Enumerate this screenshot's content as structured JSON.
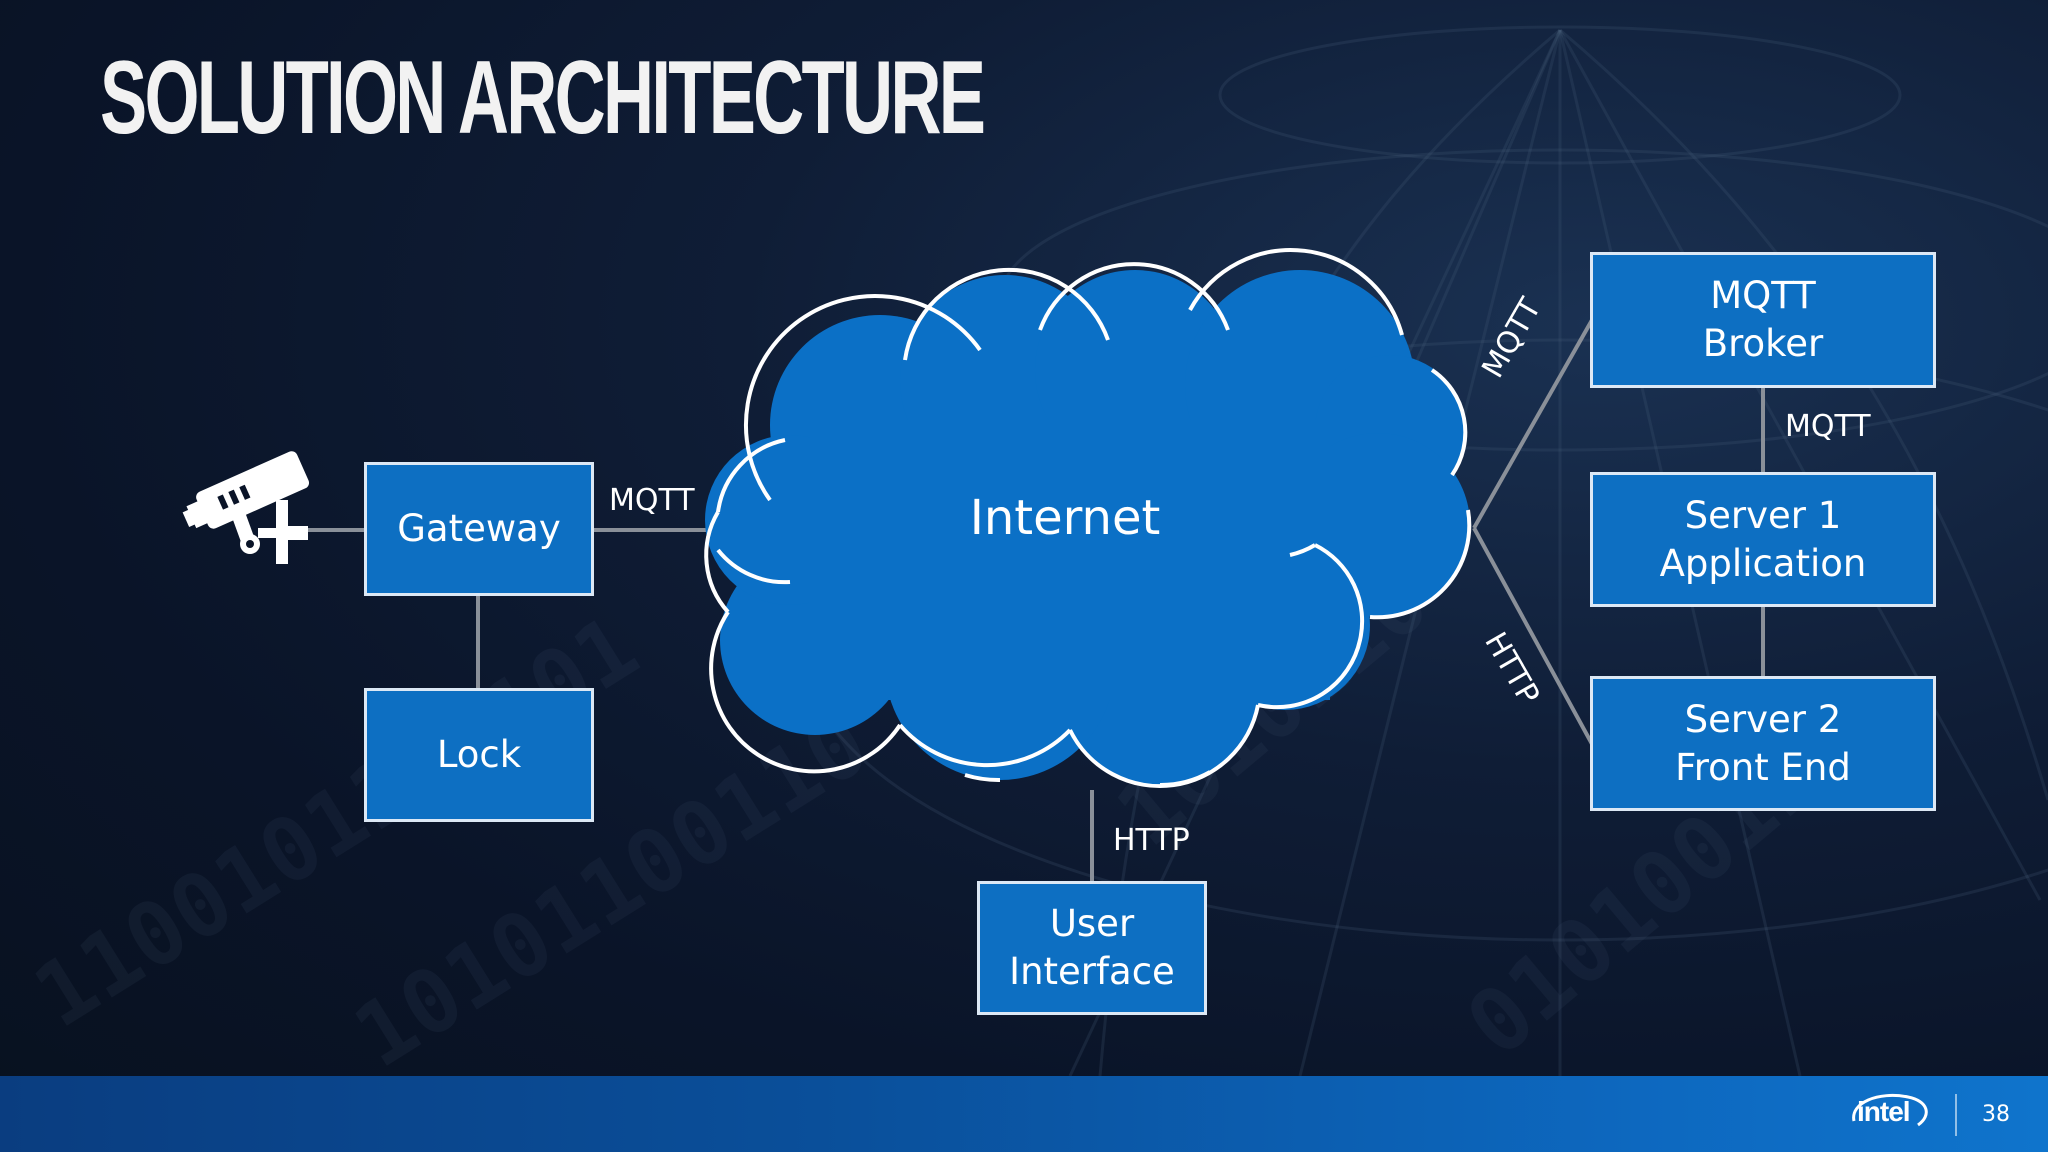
{
  "slide": {
    "title": "SOLUTION ARCHITECTURE",
    "page_number": "38",
    "brand": "intel"
  },
  "colors": {
    "node_fill": "#0d6fc2",
    "node_border": "#dce8f5",
    "connector": "#8a9099",
    "background": "#0f1d36",
    "footer": "#0a4f9a"
  },
  "diagram": {
    "nodes": {
      "gateway": "Gateway",
      "lock": "Lock",
      "internet": "Internet",
      "user_interface": "User\nInterface",
      "mqtt_broker": "MQTT\nBroker",
      "server1": "Server 1\nApplication",
      "server2": "Server 2\nFront End"
    },
    "edge_labels": {
      "gateway_internet": "MQTT",
      "internet_broker": "MQTT",
      "broker_server1": "MQTT",
      "internet_server2": "HTTP",
      "internet_ui": "HTTP"
    },
    "icons": {
      "camera": "security-camera-icon"
    }
  }
}
